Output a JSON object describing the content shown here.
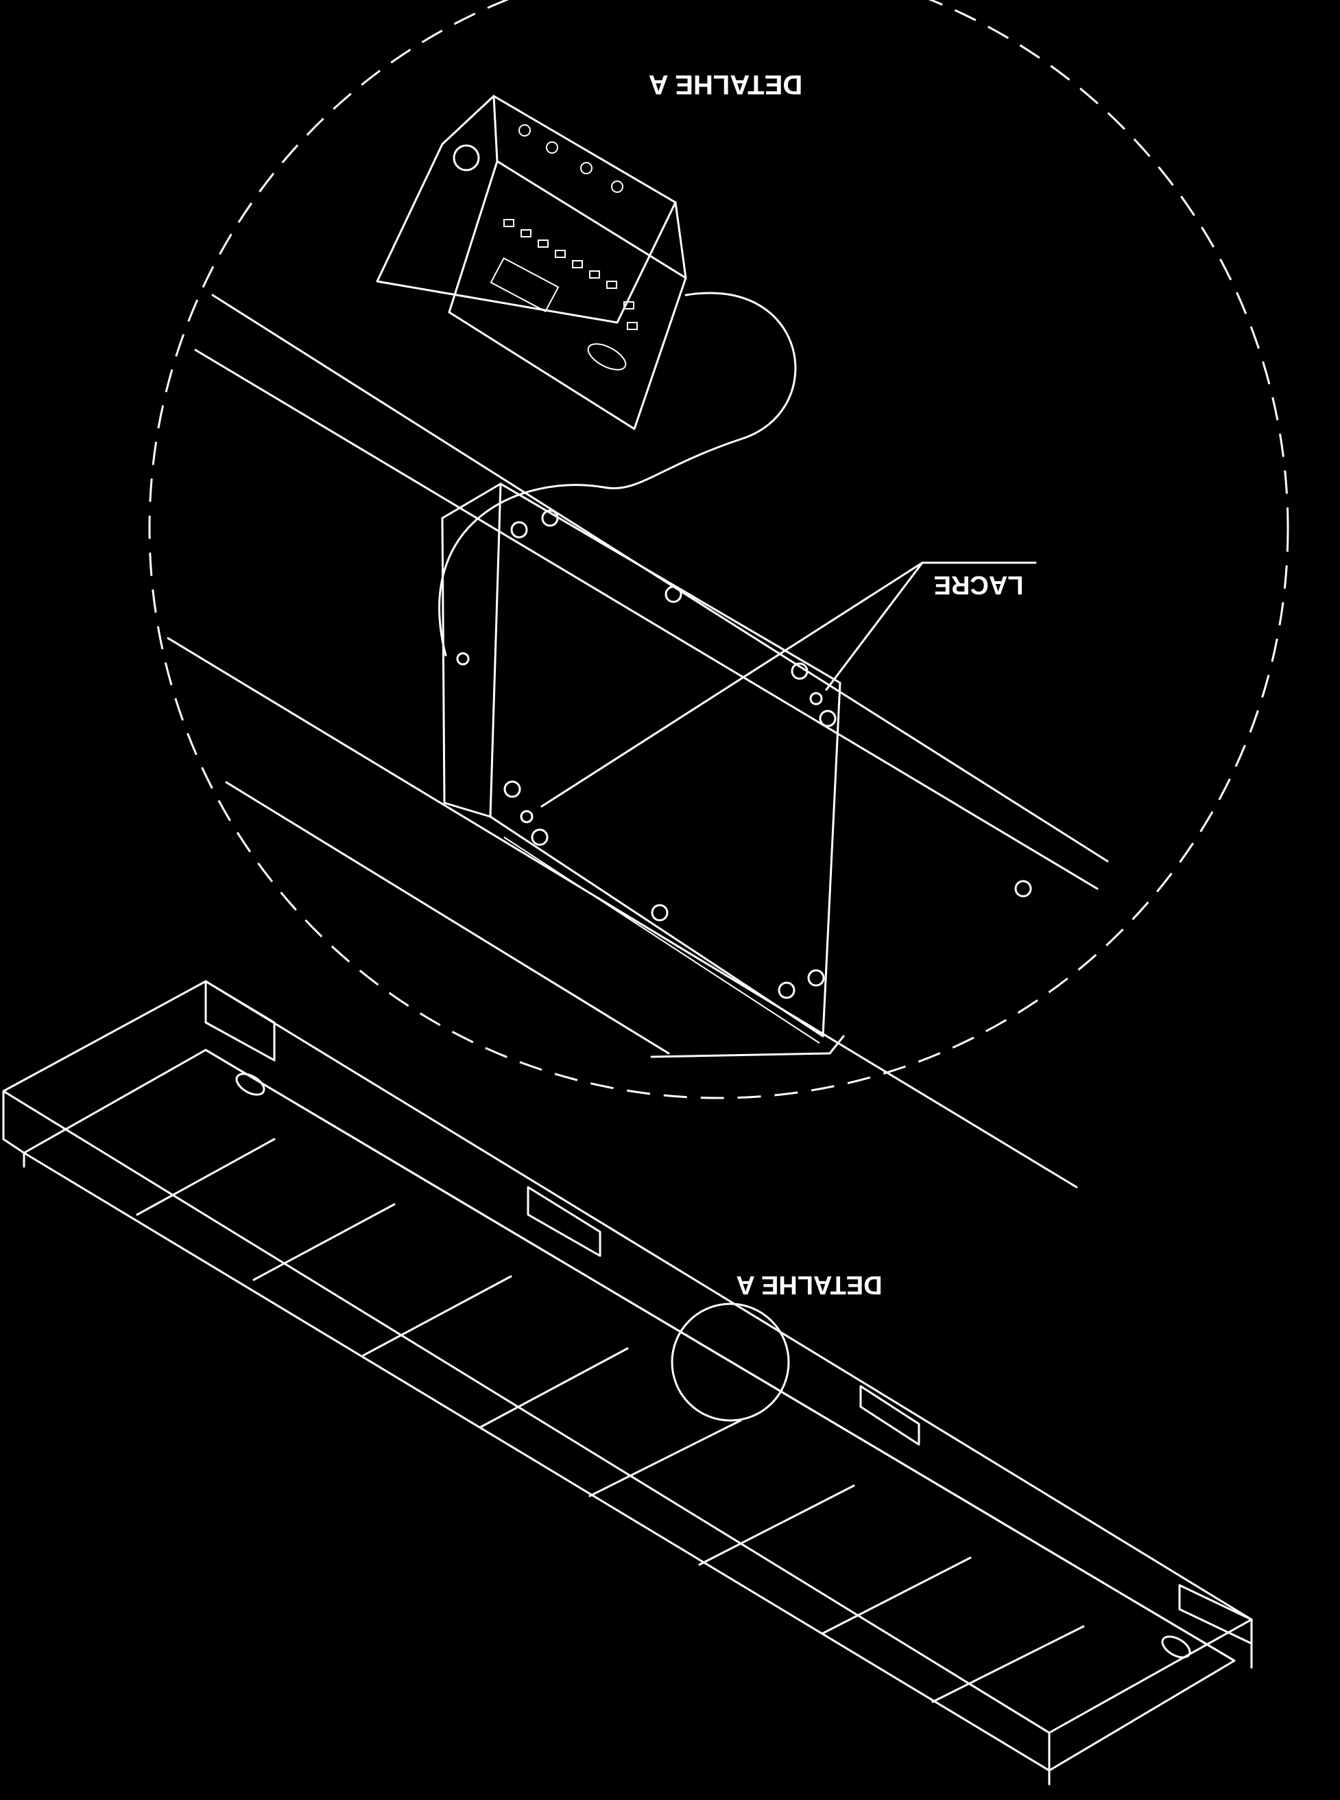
{
  "labels": {
    "detail_title": "DETALHE A",
    "seal_label": "LACRE",
    "detail_callout": "DETALHE A"
  },
  "colors": {
    "background": "#000000",
    "lines": "#ffffff"
  }
}
